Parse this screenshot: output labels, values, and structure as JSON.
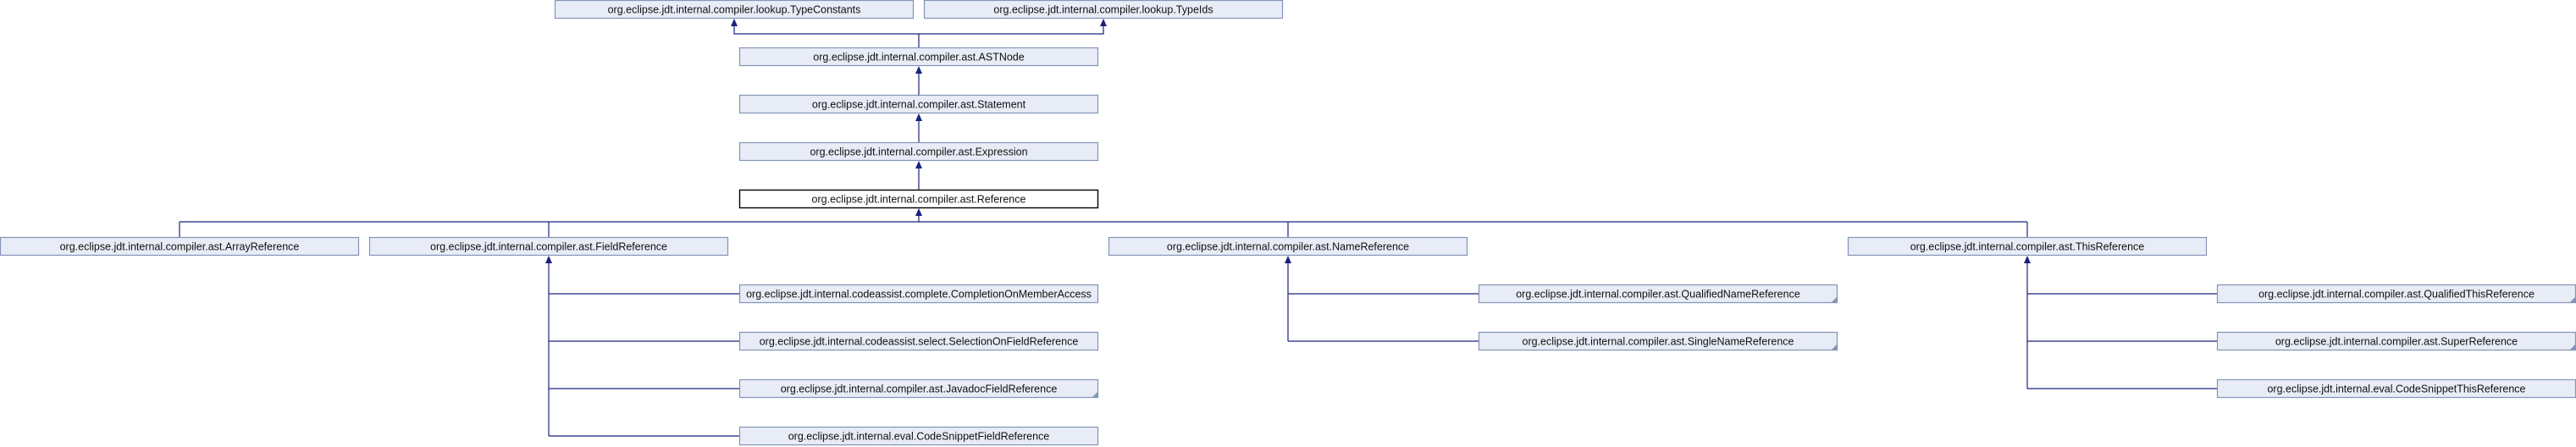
{
  "diagram": {
    "nodes": [
      {
        "id": "typeconstants",
        "label": "org.eclipse.jdt.internal.compiler.lookup.TypeConstants"
      },
      {
        "id": "typeids",
        "label": "org.eclipse.jdt.internal.compiler.lookup.TypeIds"
      },
      {
        "id": "astnode",
        "label": "org.eclipse.jdt.internal.compiler.ast.ASTNode"
      },
      {
        "id": "statement",
        "label": "org.eclipse.jdt.internal.compiler.ast.Statement"
      },
      {
        "id": "expression",
        "label": "org.eclipse.jdt.internal.compiler.ast.Expression"
      },
      {
        "id": "reference",
        "label": "org.eclipse.jdt.internal.compiler.ast.Reference",
        "current": true
      },
      {
        "id": "arrayreference",
        "label": "org.eclipse.jdt.internal.compiler.ast.ArrayReference"
      },
      {
        "id": "fieldreference",
        "label": "org.eclipse.jdt.internal.compiler.ast.FieldReference"
      },
      {
        "id": "namereference",
        "label": "org.eclipse.jdt.internal.compiler.ast.NameReference"
      },
      {
        "id": "thisreference",
        "label": "org.eclipse.jdt.internal.compiler.ast.ThisReference"
      },
      {
        "id": "completiononmemberaccess",
        "label": "org.eclipse.jdt.internal.codeassist.complete.CompletionOnMemberAccess"
      },
      {
        "id": "selectiononfieldreference",
        "label": "org.eclipse.jdt.internal.codeassist.select.SelectionOnFieldReference"
      },
      {
        "id": "javadocfieldreference",
        "label": "org.eclipse.jdt.internal.compiler.ast.JavadocFieldReference",
        "has_more": true
      },
      {
        "id": "codesnippetfieldreference",
        "label": "org.eclipse.jdt.internal.eval.CodeSnippetFieldReference"
      },
      {
        "id": "qualifiednamereference",
        "label": "org.eclipse.jdt.internal.compiler.ast.QualifiedNameReference",
        "has_more": true
      },
      {
        "id": "singlenamereference",
        "label": "org.eclipse.jdt.internal.compiler.ast.SingleNameReference",
        "has_more": true
      },
      {
        "id": "qualifiedthisreference",
        "label": "org.eclipse.jdt.internal.compiler.ast.QualifiedThisReference",
        "has_more": true
      },
      {
        "id": "superreference",
        "label": "org.eclipse.jdt.internal.compiler.ast.SuperReference",
        "has_more": true
      },
      {
        "id": "codesnippetthisreference",
        "label": "org.eclipse.jdt.internal.eval.CodeSnippetThisReference"
      }
    ],
    "edges": [
      {
        "from": "astnode",
        "to": "typeconstants"
      },
      {
        "from": "astnode",
        "to": "typeids"
      },
      {
        "from": "statement",
        "to": "astnode"
      },
      {
        "from": "expression",
        "to": "statement"
      },
      {
        "from": "reference",
        "to": "expression"
      },
      {
        "from": "arrayreference",
        "to": "reference"
      },
      {
        "from": "fieldreference",
        "to": "reference"
      },
      {
        "from": "namereference",
        "to": "reference"
      },
      {
        "from": "thisreference",
        "to": "reference"
      },
      {
        "from": "completiononmemberaccess",
        "to": "fieldreference"
      },
      {
        "from": "selectiononfieldreference",
        "to": "fieldreference"
      },
      {
        "from": "javadocfieldreference",
        "to": "fieldreference"
      },
      {
        "from": "codesnippetfieldreference",
        "to": "fieldreference"
      },
      {
        "from": "qualifiednamereference",
        "to": "namereference"
      },
      {
        "from": "singlenamereference",
        "to": "namereference"
      },
      {
        "from": "qualifiedthisreference",
        "to": "thisreference"
      },
      {
        "from": "superreference",
        "to": "thisreference"
      },
      {
        "from": "codesnippetthisreference",
        "to": "thisreference"
      }
    ],
    "colors": {
      "node_fill": "#e8ecf6",
      "node_border": "#8494b8",
      "current_fill": "#ffffff",
      "current_border": "#000000",
      "edge": "#1a237e"
    }
  }
}
